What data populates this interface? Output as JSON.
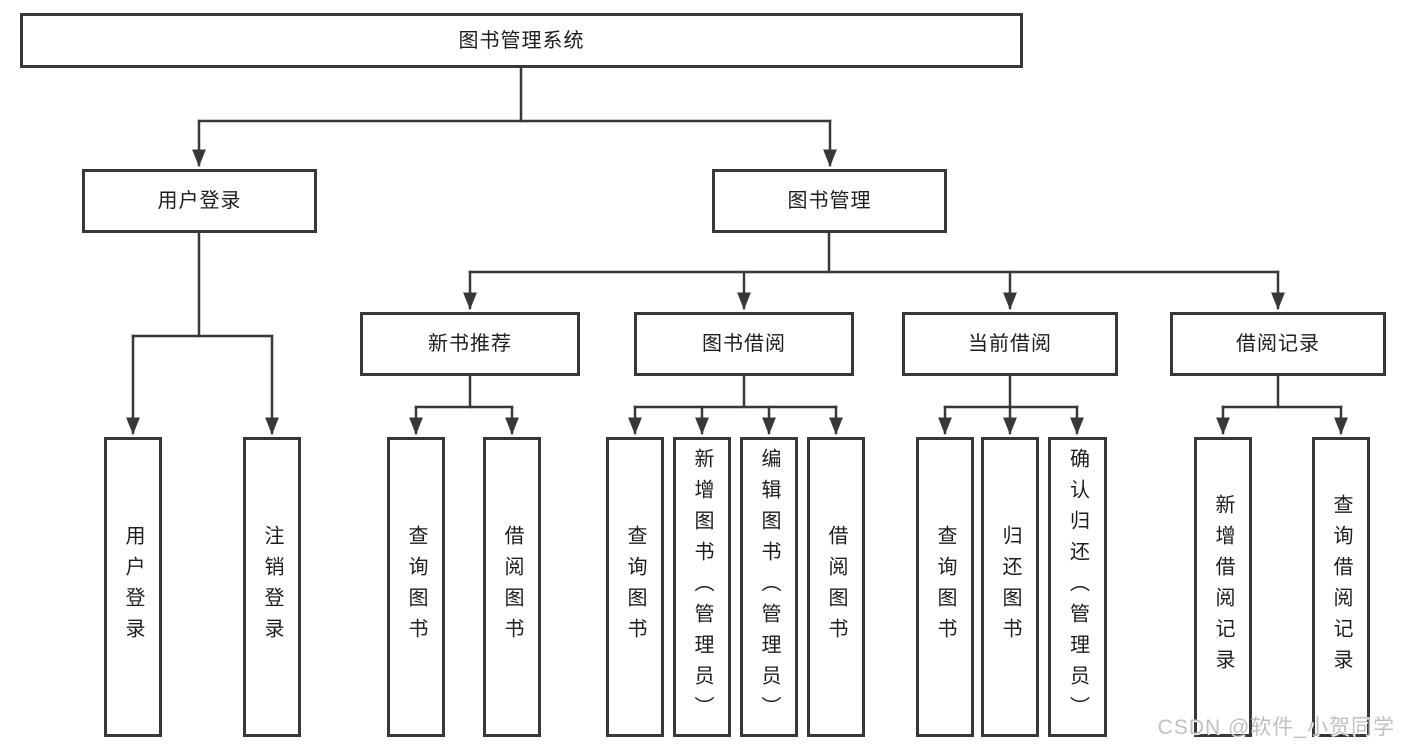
{
  "watermark": "CSDN @软件_小贺同学",
  "colors": {
    "line": "#383838",
    "box_background": "#ffffff",
    "text": "#1d1d1f",
    "watermark": "#c0c0c0"
  },
  "tree": {
    "label": "图书管理系统",
    "children": [
      {
        "label": "用户登录",
        "children": [
          {
            "label": "用户登录"
          },
          {
            "label": "注销登录"
          }
        ]
      },
      {
        "label": "图书管理",
        "children": [
          {
            "label": "新书推荐",
            "children": [
              {
                "label": "查询图书"
              },
              {
                "label": "借阅图书"
              }
            ]
          },
          {
            "label": "图书借阅",
            "children": [
              {
                "label": "查询图书"
              },
              {
                "label": "新增图书（管理员）"
              },
              {
                "label": "编辑图书（管理员）"
              },
              {
                "label": "借阅图书"
              }
            ]
          },
          {
            "label": "当前借阅",
            "children": [
              {
                "label": "查询图书"
              },
              {
                "label": "归还图书"
              },
              {
                "label": "确认归还（管理员）"
              }
            ]
          },
          {
            "label": "借阅记录",
            "children": [
              {
                "label": "新增借阅记录"
              },
              {
                "label": "查询借阅记录"
              }
            ]
          }
        ]
      }
    ]
  }
}
